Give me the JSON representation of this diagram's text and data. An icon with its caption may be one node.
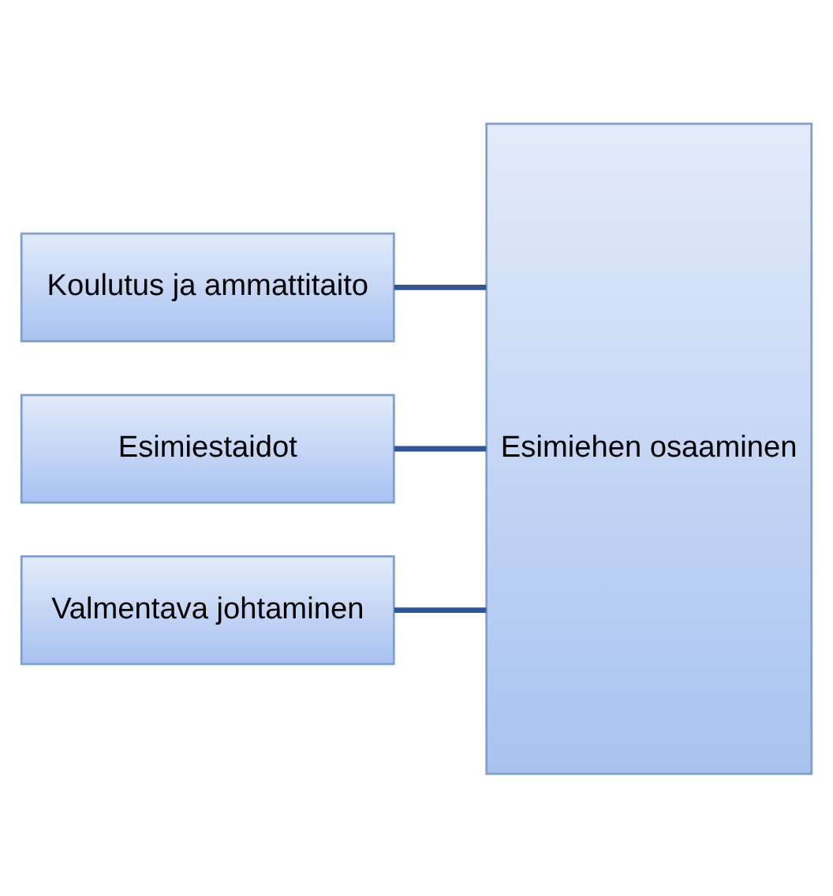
{
  "diagram": {
    "nodes": [
      {
        "text": [
          "Koulutus ja ammattitaito"
        ]
      },
      {
        "text": [
          "Esimiestaidot"
        ]
      },
      {
        "text": [
          "Valmentava johtaminen"
        ]
      },
      {
        "text": [
          "Esimiehen osaaminen"
        ]
      }
    ],
    "edges": [
      {
        "from": 0,
        "to": 3,
        "arrow": "none"
      },
      {
        "from": 1,
        "to": 3,
        "arrow": "none"
      },
      {
        "from": 2,
        "to": 3,
        "arrow": "none"
      }
    ]
  }
}
